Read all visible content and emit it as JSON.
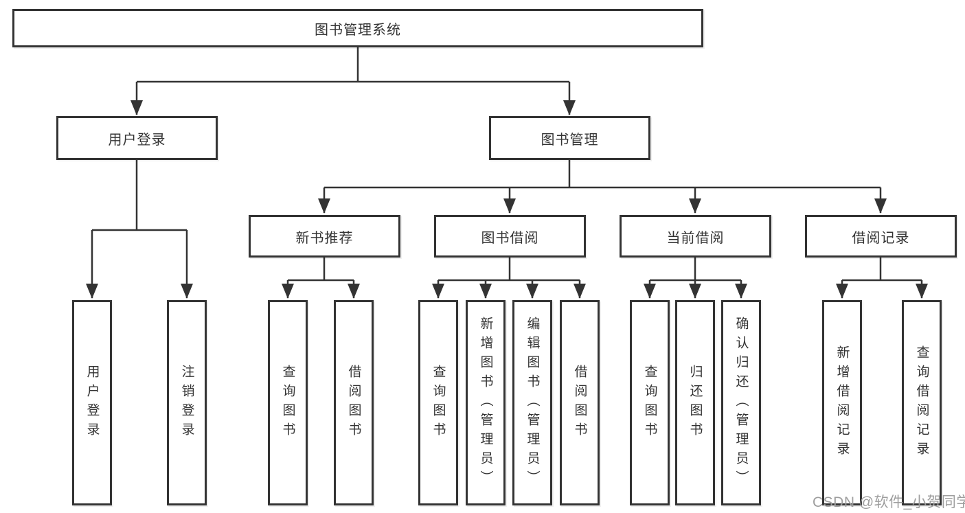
{
  "tree": {
    "root": "图书管理系统",
    "branches": [
      {
        "label": "用户登录",
        "children": [
          {
            "label": "用户登录"
          },
          {
            "label": "注销登录"
          }
        ]
      },
      {
        "label": "图书管理",
        "children": [
          {
            "label": "新书推荐",
            "children": [
              {
                "label": "查询图书"
              },
              {
                "label": "借阅图书"
              }
            ]
          },
          {
            "label": "图书借阅",
            "children": [
              {
                "label": "查询图书"
              },
              {
                "label": "新增图书（管理员）"
              },
              {
                "label": "编辑图书（管理员）"
              },
              {
                "label": "借阅图书"
              }
            ]
          },
          {
            "label": "当前借阅",
            "children": [
              {
                "label": "查询图书"
              },
              {
                "label": "归还图书"
              },
              {
                "label": "确认归还（管理员）"
              }
            ]
          },
          {
            "label": "借阅记录",
            "children": [
              {
                "label": "新增借阅记录"
              },
              {
                "label": "查询借阅记录"
              }
            ]
          }
        ]
      }
    ]
  },
  "watermark": {
    "text": "CSDN @软件_小贺同学"
  },
  "colors": {
    "line": "#333333",
    "watermark": "#9e9e9e",
    "background": "#ffffff"
  }
}
